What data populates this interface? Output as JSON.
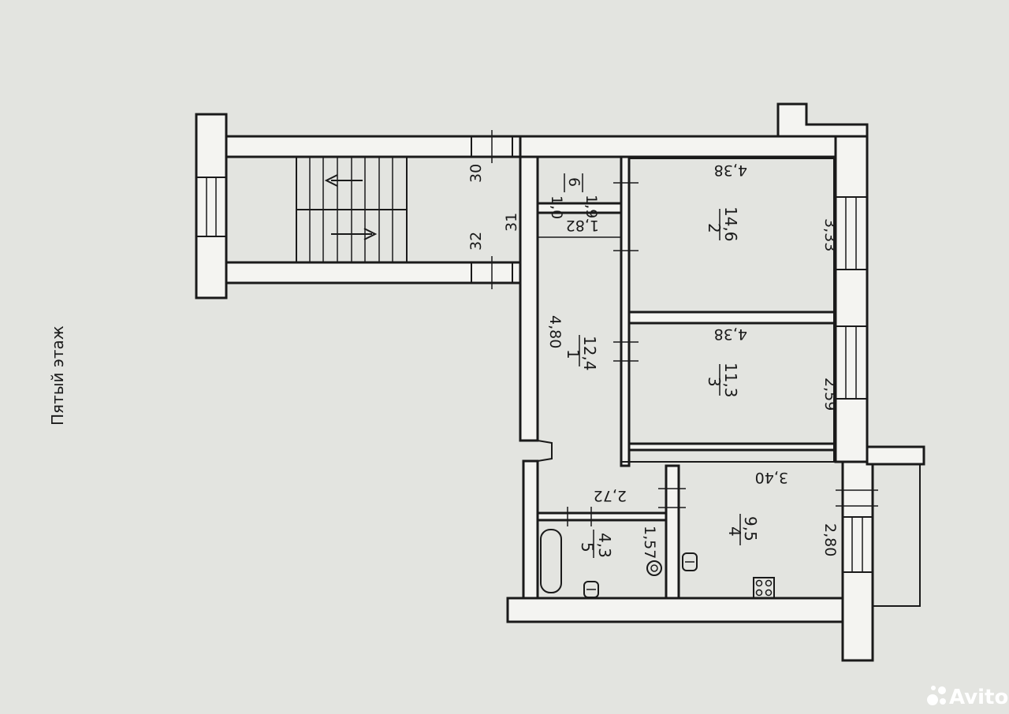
{
  "floor_title": "Пятый этаж",
  "rooms": [
    {
      "id": "1",
      "area": "12,4"
    },
    {
      "id": "2",
      "area": "14,6"
    },
    {
      "id": "3",
      "area": "11,3"
    },
    {
      "id": "4",
      "area": "9,5"
    },
    {
      "id": "5",
      "area": "4,3"
    },
    {
      "id": "6",
      "area": "1,9"
    }
  ],
  "dimensions": {
    "room6_width": "1,0",
    "room6_under": "1,82",
    "room2_top": "4,38",
    "room2_side": "3,33",
    "hall_length": "4,80",
    "room3_top": "4,38",
    "room3_side": "2,59",
    "kitchen_top": "3,40",
    "kitchen_side": "2,80",
    "bath_top": "2,72",
    "bath_side": "1,57"
  },
  "stair_numbers": [
    "30",
    "31",
    "32"
  ],
  "watermark": "Avito"
}
